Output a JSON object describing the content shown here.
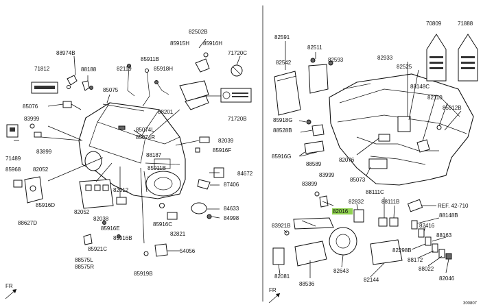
{
  "left_labels": [
    "88974B",
    "88188",
    "71812",
    "85076",
    "83999",
    "83899",
    "71489",
    "85968",
    "82052",
    "85916D",
    "88627D",
    "82119",
    "85911B",
    "85918H",
    "85075",
    "88201",
    "85074L",
    "85074R",
    "88187",
    "85911B",
    "82052",
    "82038",
    "82012",
    "85916E",
    "85916B",
    "85921C",
    "88575L",
    "88575R",
    "85919B",
    "82502B",
    "85915H",
    "85916H",
    "71720C",
    "71720B",
    "82039",
    "85916F",
    "84672",
    "87406",
    "84633",
    "84998",
    "85916C",
    "82821",
    "54056"
  ],
  "right_labels": [
    "82591",
    "82511",
    "82593",
    "82542",
    "82933",
    "82525",
    "70809",
    "71888",
    "88148C",
    "82110",
    "85912B",
    "85918G",
    "88528B",
    "85916G",
    "88589",
    "82076",
    "85073",
    "83999",
    "83899",
    "82016",
    "82832",
    "88111C",
    "88111B",
    "REF. 42-710",
    "83921B",
    "88148B",
    "82416",
    "88163",
    "82298B",
    "88172",
    "88022",
    "82046",
    "82081",
    "88536",
    "82643",
    "82144"
  ],
  "fr_left": "FR",
  "fr_right": "FR",
  "footer_code": "300807",
  "highlight_color": "#8fd14f"
}
